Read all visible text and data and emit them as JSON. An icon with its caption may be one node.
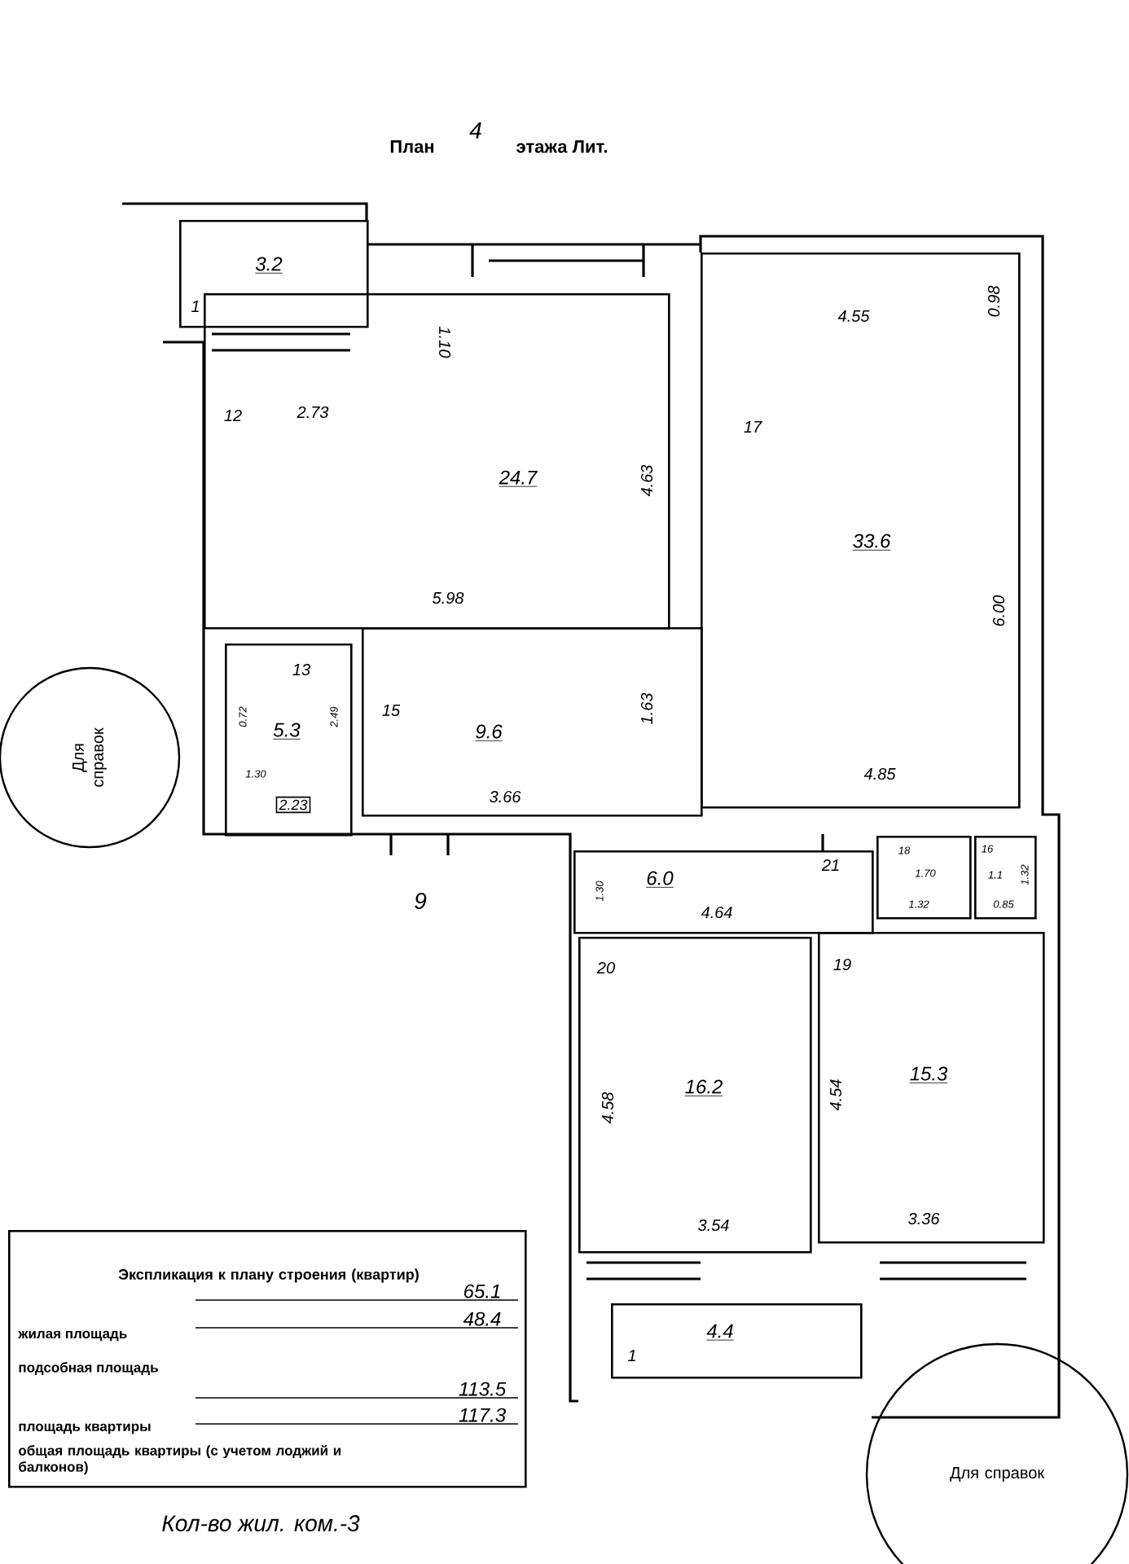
{
  "diagram": {
    "nodes": [
      {
        "text": [
          "3.2",
          "1"
        ]
      },
      {
        "text": [
          "12",
          "2.73",
          "1.10",
          "24.7",
          "4.63",
          "5.98"
        ]
      },
      {
        "text": [
          "4.55",
          "0.98",
          "17",
          "33.6",
          "6.00",
          "4.85"
        ]
      },
      {
        "text": [
          "13",
          "0.72",
          "2.49",
          "5.3",
          "1.30",
          "2.23"
        ]
      },
      {
        "text": [
          "15",
          "9.6",
          "1.63",
          "3.66"
        ]
      },
      {
        "text": [
          "1.30",
          "6.0",
          "21",
          "4.64"
        ]
      },
      {
        "text": [
          "18",
          "1.70",
          "1.32"
        ]
      },
      {
        "text": [
          "16",
          "1.1",
          "1.32",
          "0.85"
        ]
      },
      {
        "text": [
          "20",
          "4.58",
          "16.2",
          "3.54"
        ]
      },
      {
        "text": [
          "19",
          "4.54",
          "15.3",
          "3.36"
        ]
      },
      {
        "text": [
          "4.4",
          "1"
        ]
      },
      {
        "text": [
          "Экспликация к плану строения (квартир)",
          "65.1",
          "жилая площадь",
          "48.4",
          "подсобная площадь",
          "113.5",
          "площадь квартиры",
          "117.3",
          "общая площадь квартиры (с учетом лоджий и балконов)"
        ]
      },
      {
        "text": [
          "Для справок"
        ]
      },
      {
        "text": [
          "Для справок"
        ]
      }
    ],
    "labels": [
      "План",
      "4",
      "этажа Лит.",
      "9",
      "Кол-во жил. ком.-3"
    ]
  }
}
